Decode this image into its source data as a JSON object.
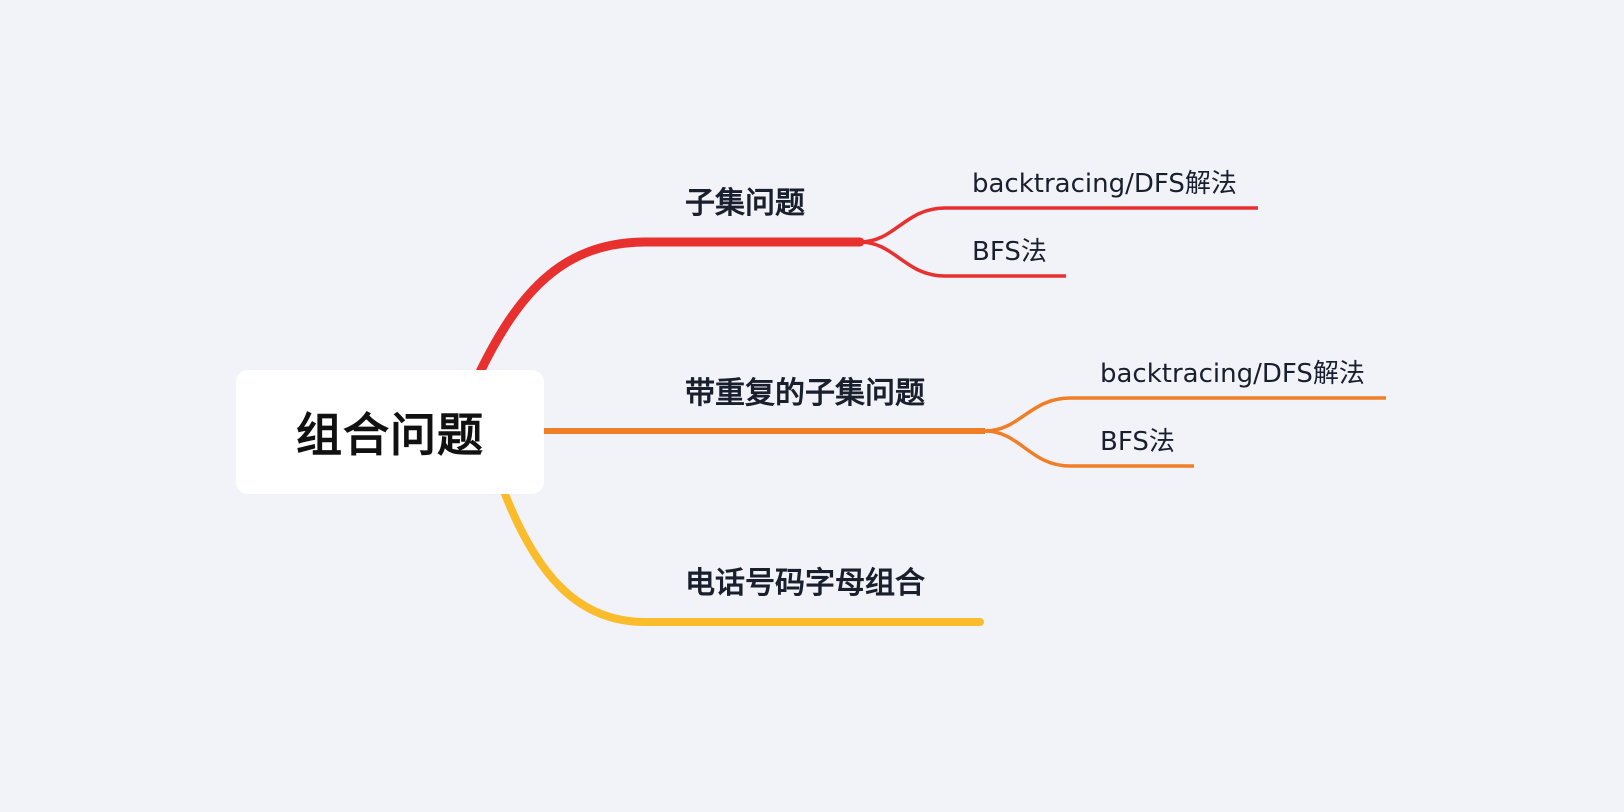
{
  "root": {
    "label": "组合问题"
  },
  "colors": {
    "background": "#f2f3f8",
    "branch_1": "#e8302f",
    "branch_2": "#f07e26",
    "branch_3": "#fbbc2c"
  },
  "branches": [
    {
      "label": "子集问题",
      "color": "#e8302f",
      "children": [
        {
          "label": "backtracing/DFS解法"
        },
        {
          "label": "BFS法"
        }
      ]
    },
    {
      "label": "带重复的子集问题",
      "color": "#f07e26",
      "children": [
        {
          "label": "backtracing/DFS解法"
        },
        {
          "label": "BFS法"
        }
      ]
    },
    {
      "label": "电话号码字母组合",
      "color": "#fbbc2c",
      "children": []
    }
  ]
}
